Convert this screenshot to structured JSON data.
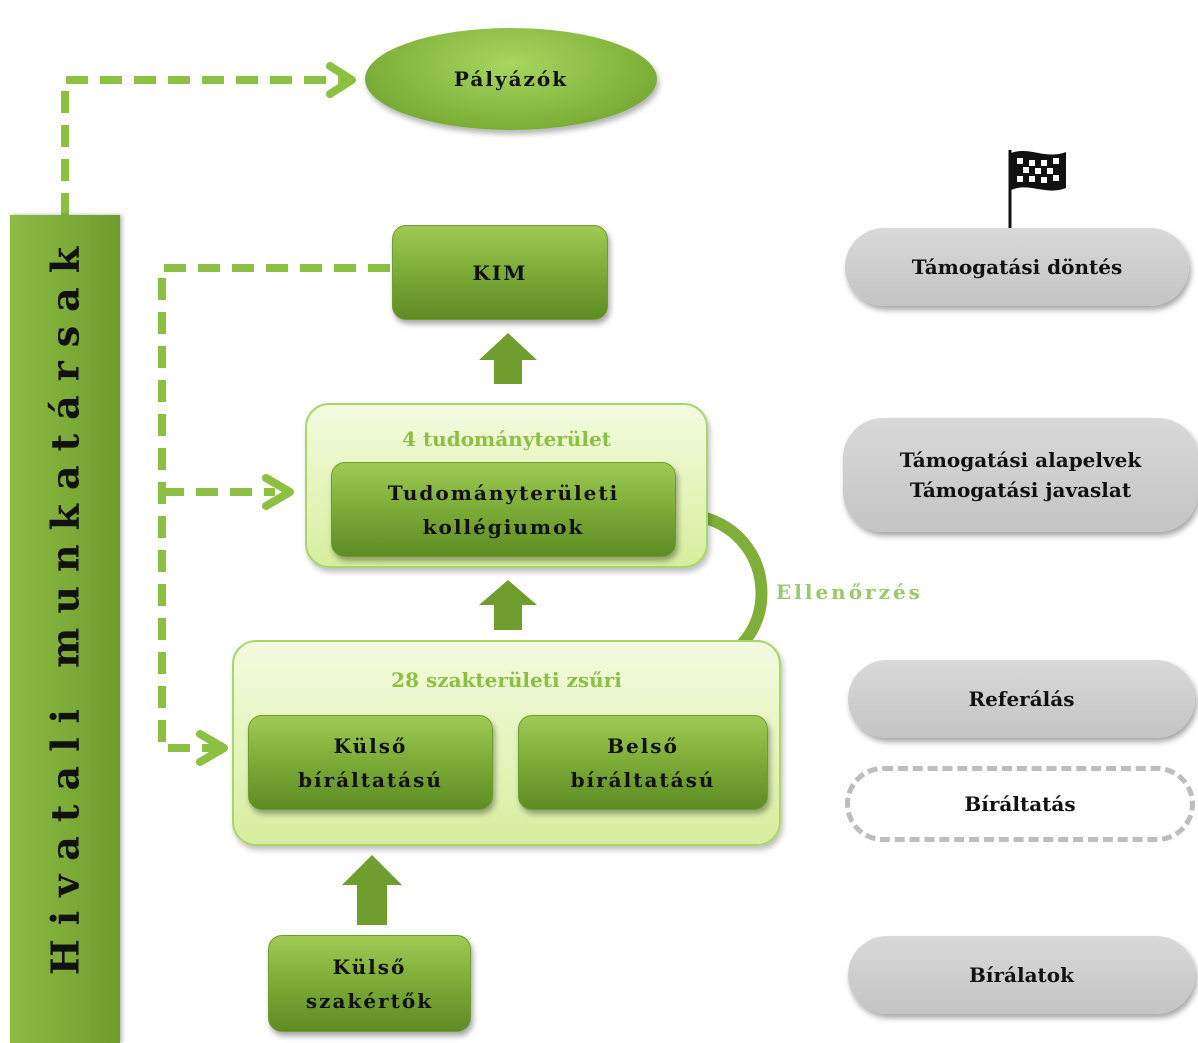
{
  "sidebar": {
    "label": "Hivatali munkatársak"
  },
  "nodes": {
    "palyazok": "Pályázók",
    "kim": "KIM",
    "kollegium_panel_title": "4 tudományterület",
    "kollegium_line1": "Tudományterületi",
    "kollegium_line2": "kollégiumok",
    "zsuri_panel_title": "28 szakterületi zsűri",
    "kulso_line1": "Külső",
    "kulso_line2": "bíráltatású",
    "belso_line1": "Belső",
    "belso_line2": "bíráltatású",
    "szakertok_line1": "Külső",
    "szakertok_line2": "szakértők",
    "ellenorzes": "Ellenőrzés"
  },
  "stages": {
    "dontes": "Támogatási döntés",
    "alapelvek_line1": "Támogatási alapelvek",
    "alapelvek_line2": "Támogatási javaslat",
    "referalas": "Referálás",
    "biraltatas": "Bíráltatás",
    "biralatok": "Bírálatok"
  },
  "colors": {
    "green": "#7fae39",
    "light_green": "#e2f4b8",
    "grey": "#c8c8c8",
    "dash_green": "#8cc043"
  }
}
